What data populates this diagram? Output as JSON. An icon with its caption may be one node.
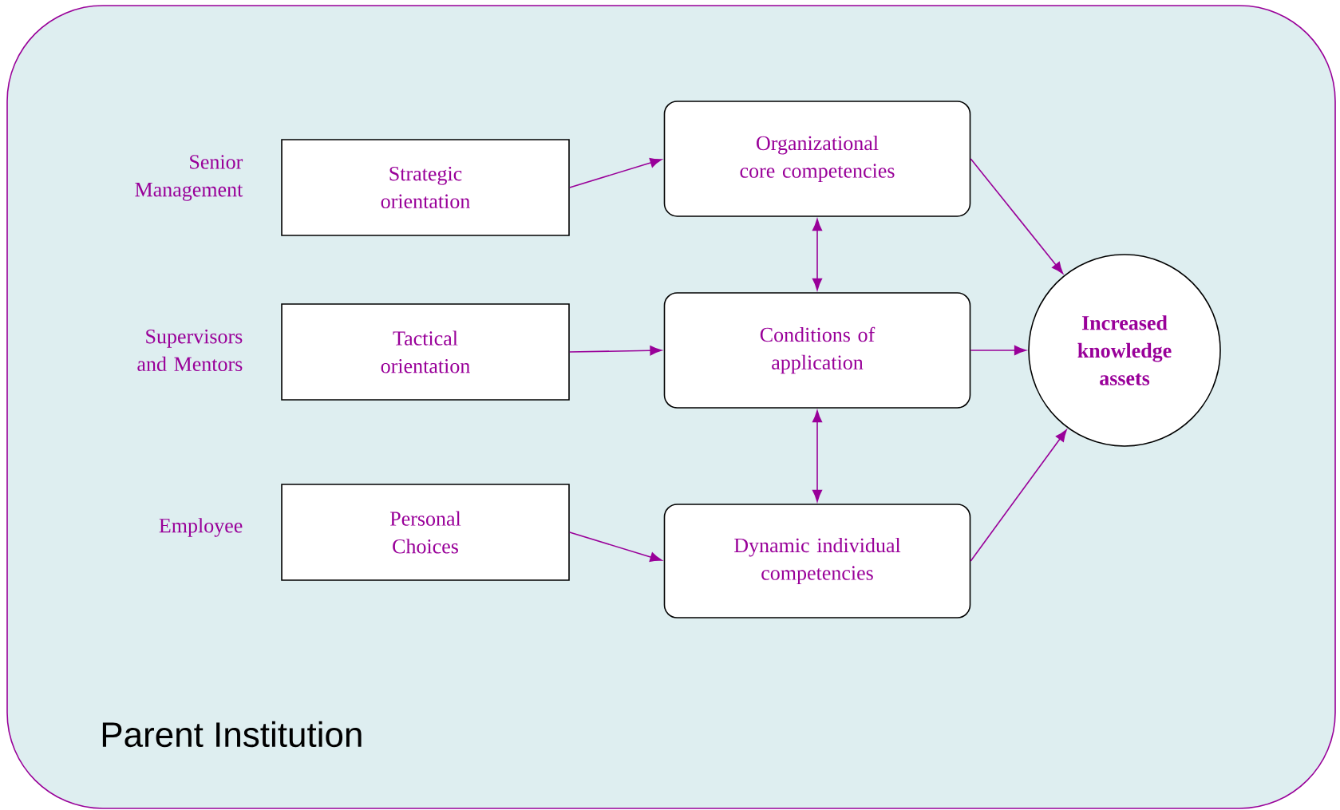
{
  "diagram": {
    "nodes": [
      {
        "text": [
          "Parent Institution"
        ]
      },
      {
        "text": [
          "Strategic orientation"
        ],
        "in": 0
      },
      {
        "text": [
          "Tactical orientation"
        ],
        "in": 0
      },
      {
        "text": [
          "Personal Choices"
        ],
        "in": 0
      },
      {
        "text": [
          "Organizational core competencies"
        ],
        "in": 0
      },
      {
        "text": [
          "Conditions of application"
        ],
        "in": 0
      },
      {
        "text": [
          "Dynamic individual competencies"
        ],
        "in": 0
      },
      {
        "text": [
          "Increased knowledge assets"
        ],
        "in": 0
      }
    ],
    "edges": [
      {
        "from": 1,
        "to": 4,
        "arrow": "to"
      },
      {
        "from": 4,
        "to": 5,
        "arrow": "both"
      },
      {
        "from": 4,
        "to": 7,
        "arrow": "to"
      },
      {
        "from": 2,
        "to": 5,
        "arrow": "to"
      },
      {
        "from": 5,
        "to": 7,
        "arrow": "to"
      },
      {
        "from": 5,
        "to": 6,
        "arrow": "both"
      },
      {
        "from": 3,
        "to": 6,
        "arrow": "to"
      },
      {
        "from": 6,
        "to": 7,
        "arrow": "to"
      }
    ],
    "labels": [
      "Senior Management",
      "Supervisors and Mentors",
      "Employee"
    ]
  }
}
